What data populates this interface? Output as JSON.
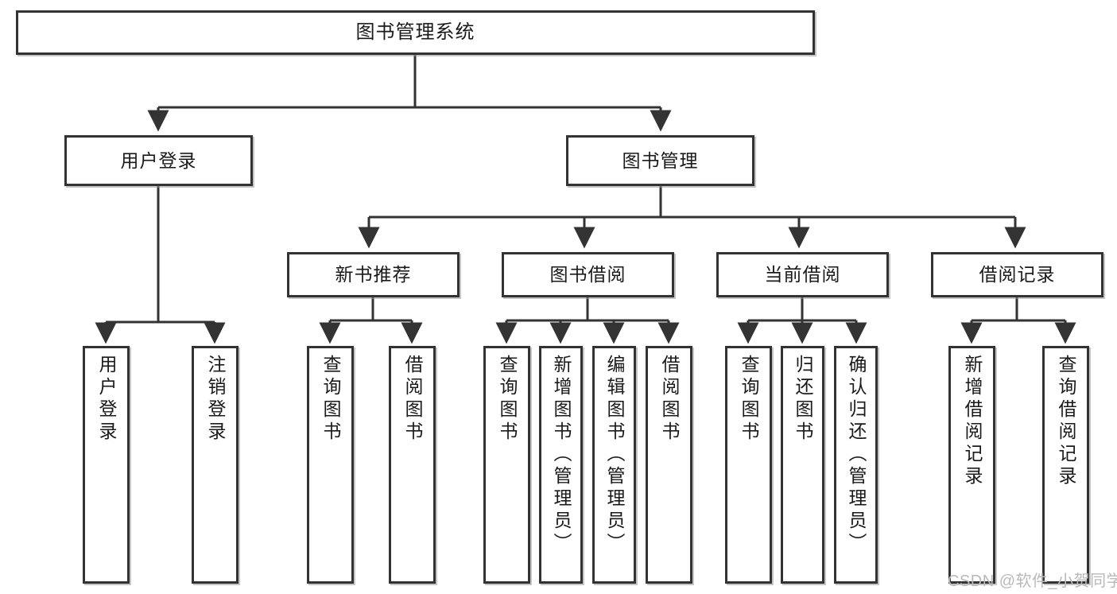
{
  "diagram": {
    "type": "tree-hierarchy-chart",
    "title": "图书管理系统",
    "line_color": "#333333",
    "box_fill": "#ffffff",
    "text_color": "#1a1a1a",
    "watermark": "CSDN @软件_小贺同学"
  },
  "nodes": {
    "root": {
      "label": "图书管理系统"
    },
    "level2": [
      {
        "id": "user-login",
        "label": "用户登录"
      },
      {
        "id": "book-management",
        "label": "图书管理"
      }
    ],
    "level3": [
      {
        "id": "new-book-recommend",
        "label": "新书推荐"
      },
      {
        "id": "book-borrow",
        "label": "图书借阅"
      },
      {
        "id": "current-borrow",
        "label": "当前借阅"
      },
      {
        "id": "borrow-record",
        "label": "借阅记录"
      }
    ],
    "leaves": {
      "user_login": [
        {
          "id": "leaf-user-login",
          "label": "用户登录"
        },
        {
          "id": "leaf-logout-login",
          "label": "注销登录"
        }
      ],
      "new_book_recommend": [
        {
          "id": "leaf-query-book-1",
          "label": "查询图书"
        },
        {
          "id": "leaf-borrow-book-1",
          "label": "借阅图书"
        }
      ],
      "book_borrow": [
        {
          "id": "leaf-query-book-2",
          "label": "查询图书"
        },
        {
          "id": "leaf-add-book",
          "label": "新增图书（管理员）"
        },
        {
          "id": "leaf-edit-book",
          "label": "编辑图书（管理员）"
        },
        {
          "id": "leaf-borrow-book-2",
          "label": "借阅图书"
        }
      ],
      "current_borrow": [
        {
          "id": "leaf-query-book-3",
          "label": "查询图书"
        },
        {
          "id": "leaf-return-book",
          "label": "归还图书"
        },
        {
          "id": "leaf-confirm-return",
          "label": "确认归还（管理员）"
        }
      ],
      "borrow_record": [
        {
          "id": "leaf-add-record",
          "label": "新增借阅记录"
        },
        {
          "id": "leaf-query-record",
          "label": "查询借阅记录"
        }
      ]
    }
  }
}
